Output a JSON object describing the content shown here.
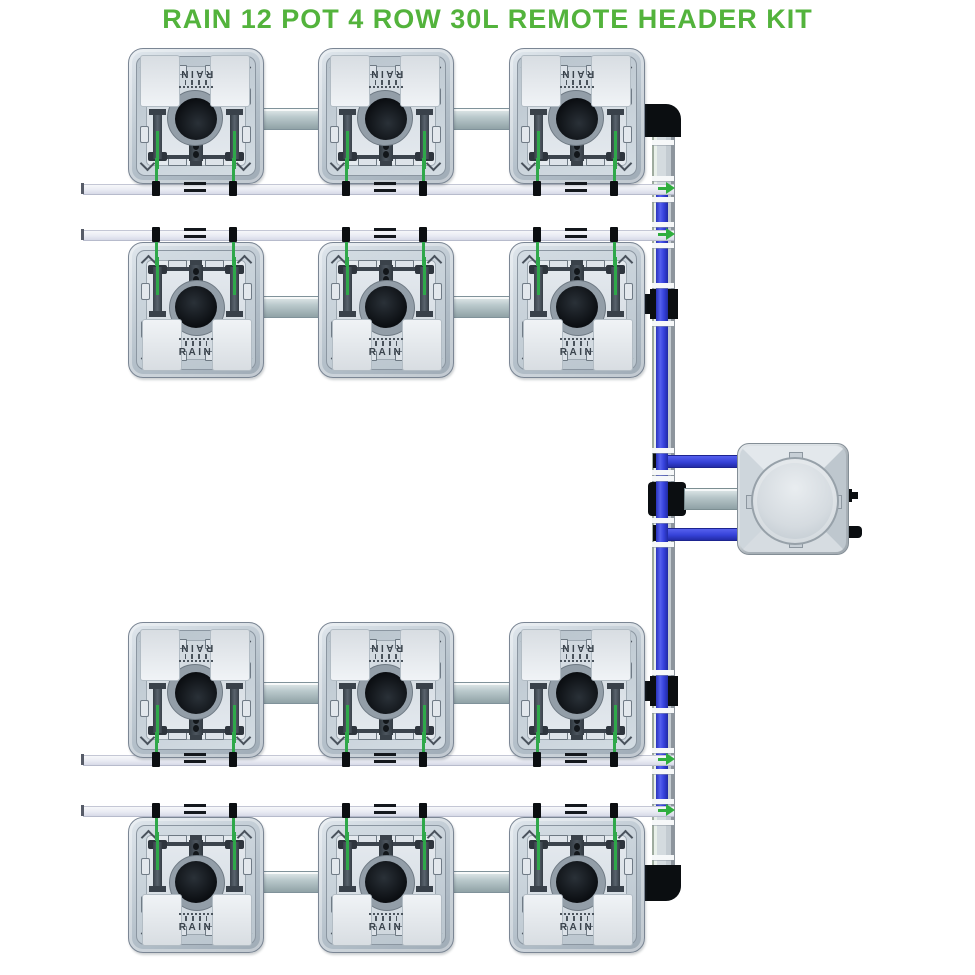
{
  "title": {
    "text": "RAIN 12 POT 4 ROW 30L REMOTE HEADER KIT",
    "color": "#53b33c"
  },
  "pot": {
    "label": "RAIN",
    "count": 12
  },
  "rows": [
    {
      "name": "row-1",
      "pot_count": 3,
      "orientation": "inverted"
    },
    {
      "name": "row-2",
      "pot_count": 3,
      "orientation": "upright"
    },
    {
      "name": "row-3",
      "pot_count": 3,
      "orientation": "inverted"
    },
    {
      "name": "row-4",
      "pot_count": 3,
      "orientation": "upright"
    }
  ],
  "components": {
    "header_tank": "remote-header-tank",
    "main_line": "main-feed-line",
    "return_lines": "row-return-pipes"
  },
  "colors": {
    "feed_pipe_blue": "#3642d8",
    "return_pipe_white": "#eef0f6",
    "interconnect_gray": "#b5c4c7",
    "fitting_black": "#0b0e11",
    "dripper_green": "#2fa84a",
    "pot_body": "#c3ced7"
  }
}
